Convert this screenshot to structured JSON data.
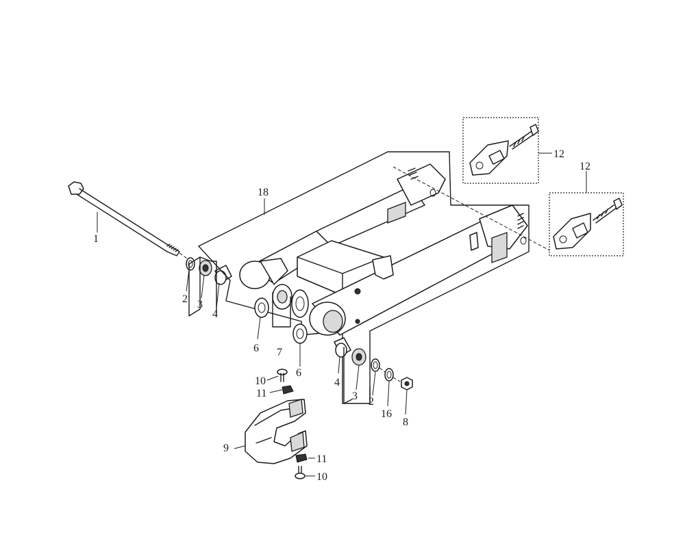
{
  "diagram": {
    "callouts": {
      "c1": "1",
      "c2a": "2",
      "c3a": "3",
      "c4a": "4",
      "c6a": "6",
      "c7": "7",
      "c6b": "6",
      "c4b": "4",
      "c3b": "3",
      "c2b": "2",
      "c16": "16",
      "c8": "8",
      "c10a": "10",
      "c11a": "11",
      "c9": "9",
      "c11b": "11",
      "c10b": "10",
      "c12a": "12",
      "c12b": "12",
      "c18": "18"
    }
  }
}
